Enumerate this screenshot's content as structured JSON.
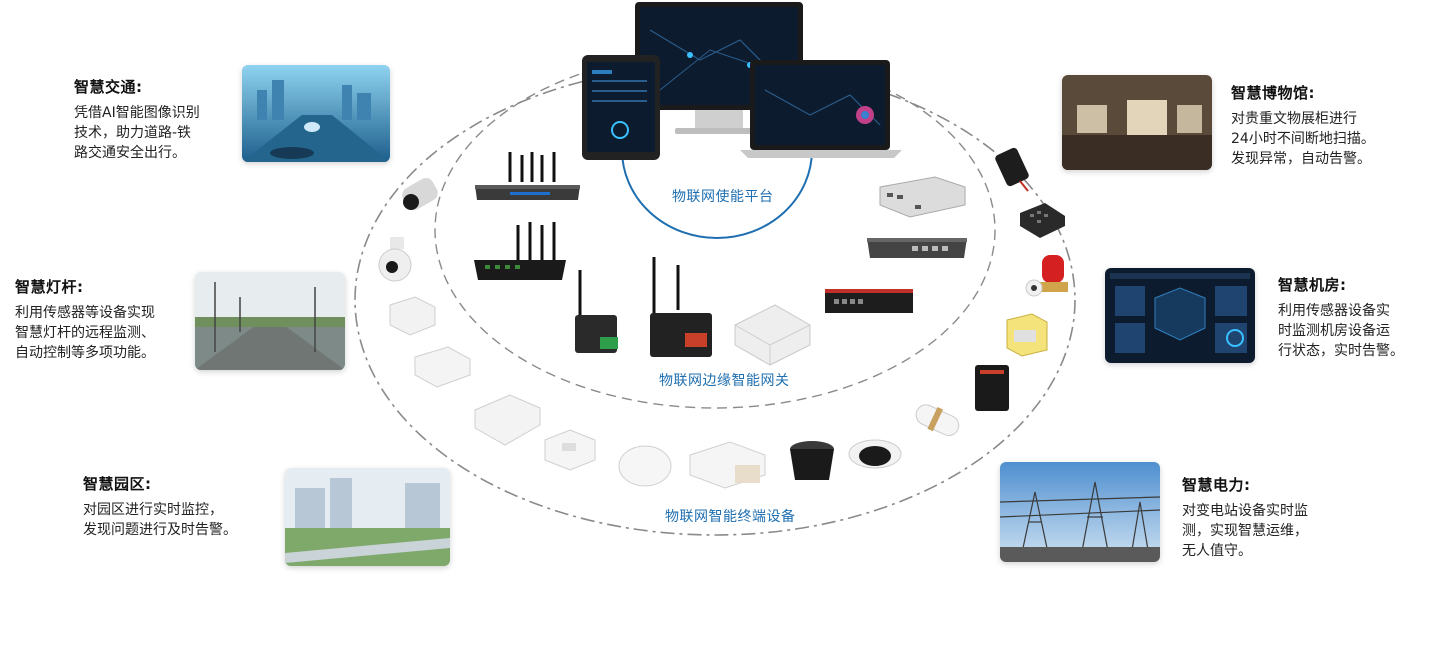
{
  "rings": {
    "platform": "物联网使能平台",
    "gateway": "物联网边缘智能网关",
    "terminal": "物联网智能终端设备"
  },
  "applications": {
    "traffic": {
      "title": "智慧交通:",
      "desc": "凭借AI智能图像识别\n技术，助力道路-铁\n路交通安全出行。"
    },
    "streetlight": {
      "title": "智慧灯杆:",
      "desc": "利用传感器等设备实现\n智慧灯杆的远程监测、\n自动控制等多项功能。"
    },
    "park": {
      "title": "智慧园区:",
      "desc": "对园区进行实时监控，\n发现问题进行及时告警。"
    },
    "museum": {
      "title": "智慧博物馆:",
      "desc": "对贵重文物展柜进行\n24小时不间断地扫描。\n发现异常，自动告警。"
    },
    "datacenter": {
      "title": "智慧机房:",
      "desc": "利用传感器设备实\n时监测机房设备运\n行状态，实时告警。"
    },
    "power": {
      "title": "智慧电力:",
      "desc": "对变电站设备实时监\n测，实现智慧运维，\n无人值守。"
    }
  },
  "colors": {
    "ring_blue": "#1f6fb0",
    "dash_gray": "#8a8a8a",
    "screen_dark": "#0d1b2e"
  }
}
